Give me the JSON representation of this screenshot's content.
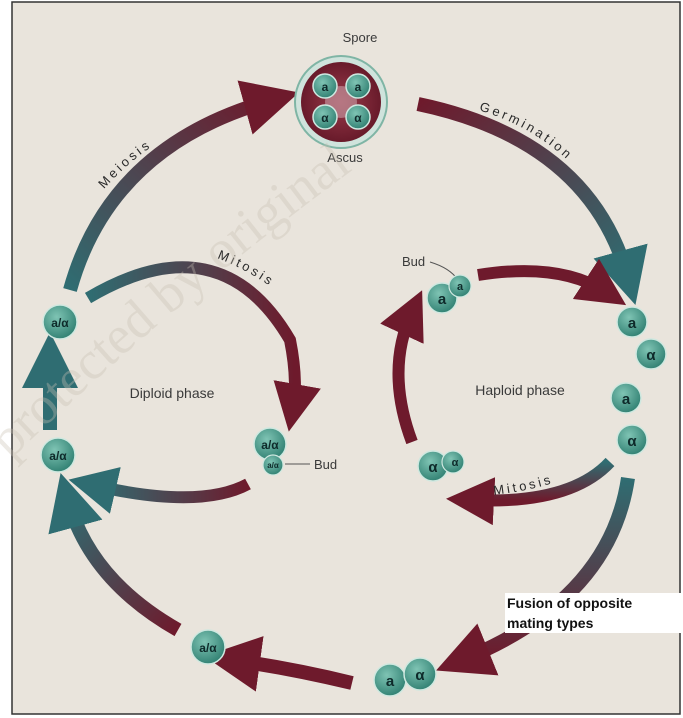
{
  "labels": {
    "spore": "Spore",
    "ascus": "Ascus",
    "bud_top": "Bud",
    "bud_bottom": "Bud",
    "diploid_phase": "Diploid phase",
    "haploid_phase": "Haploid phase",
    "fusion_line1": "Fusion of opposite",
    "fusion_line2": "mating types",
    "watermark": "protected by original"
  },
  "process_labels": {
    "meiosis": "Meiosis",
    "germination": "Germination",
    "mitosis_left": "Mitosis",
    "mitosis_right": "Mitosis"
  },
  "spore_cells": [
    "a",
    "a",
    "α",
    "α"
  ],
  "cells": {
    "left_upper": "a/α",
    "left_lower": "a/α",
    "left_bottom": "a/α",
    "budding_parent": "a/α",
    "budding_bud": "a/α",
    "haploid_bud_parent": "a",
    "haploid_bud_child": "a",
    "right_1": "a",
    "right_2": "α",
    "right_3": "a",
    "right_4": "α",
    "alpha_bud_parent": "α",
    "alpha_bud_child": "α",
    "fusion_a": "a",
    "fusion_alpha": "α"
  },
  "colors": {
    "arrow_dark": "#6e1a2c",
    "arrow_teal": "#2f6d72",
    "cell_fill": "#3f9a8a",
    "ascus_outer": "#7a2232",
    "background": "#e9e4dc"
  }
}
